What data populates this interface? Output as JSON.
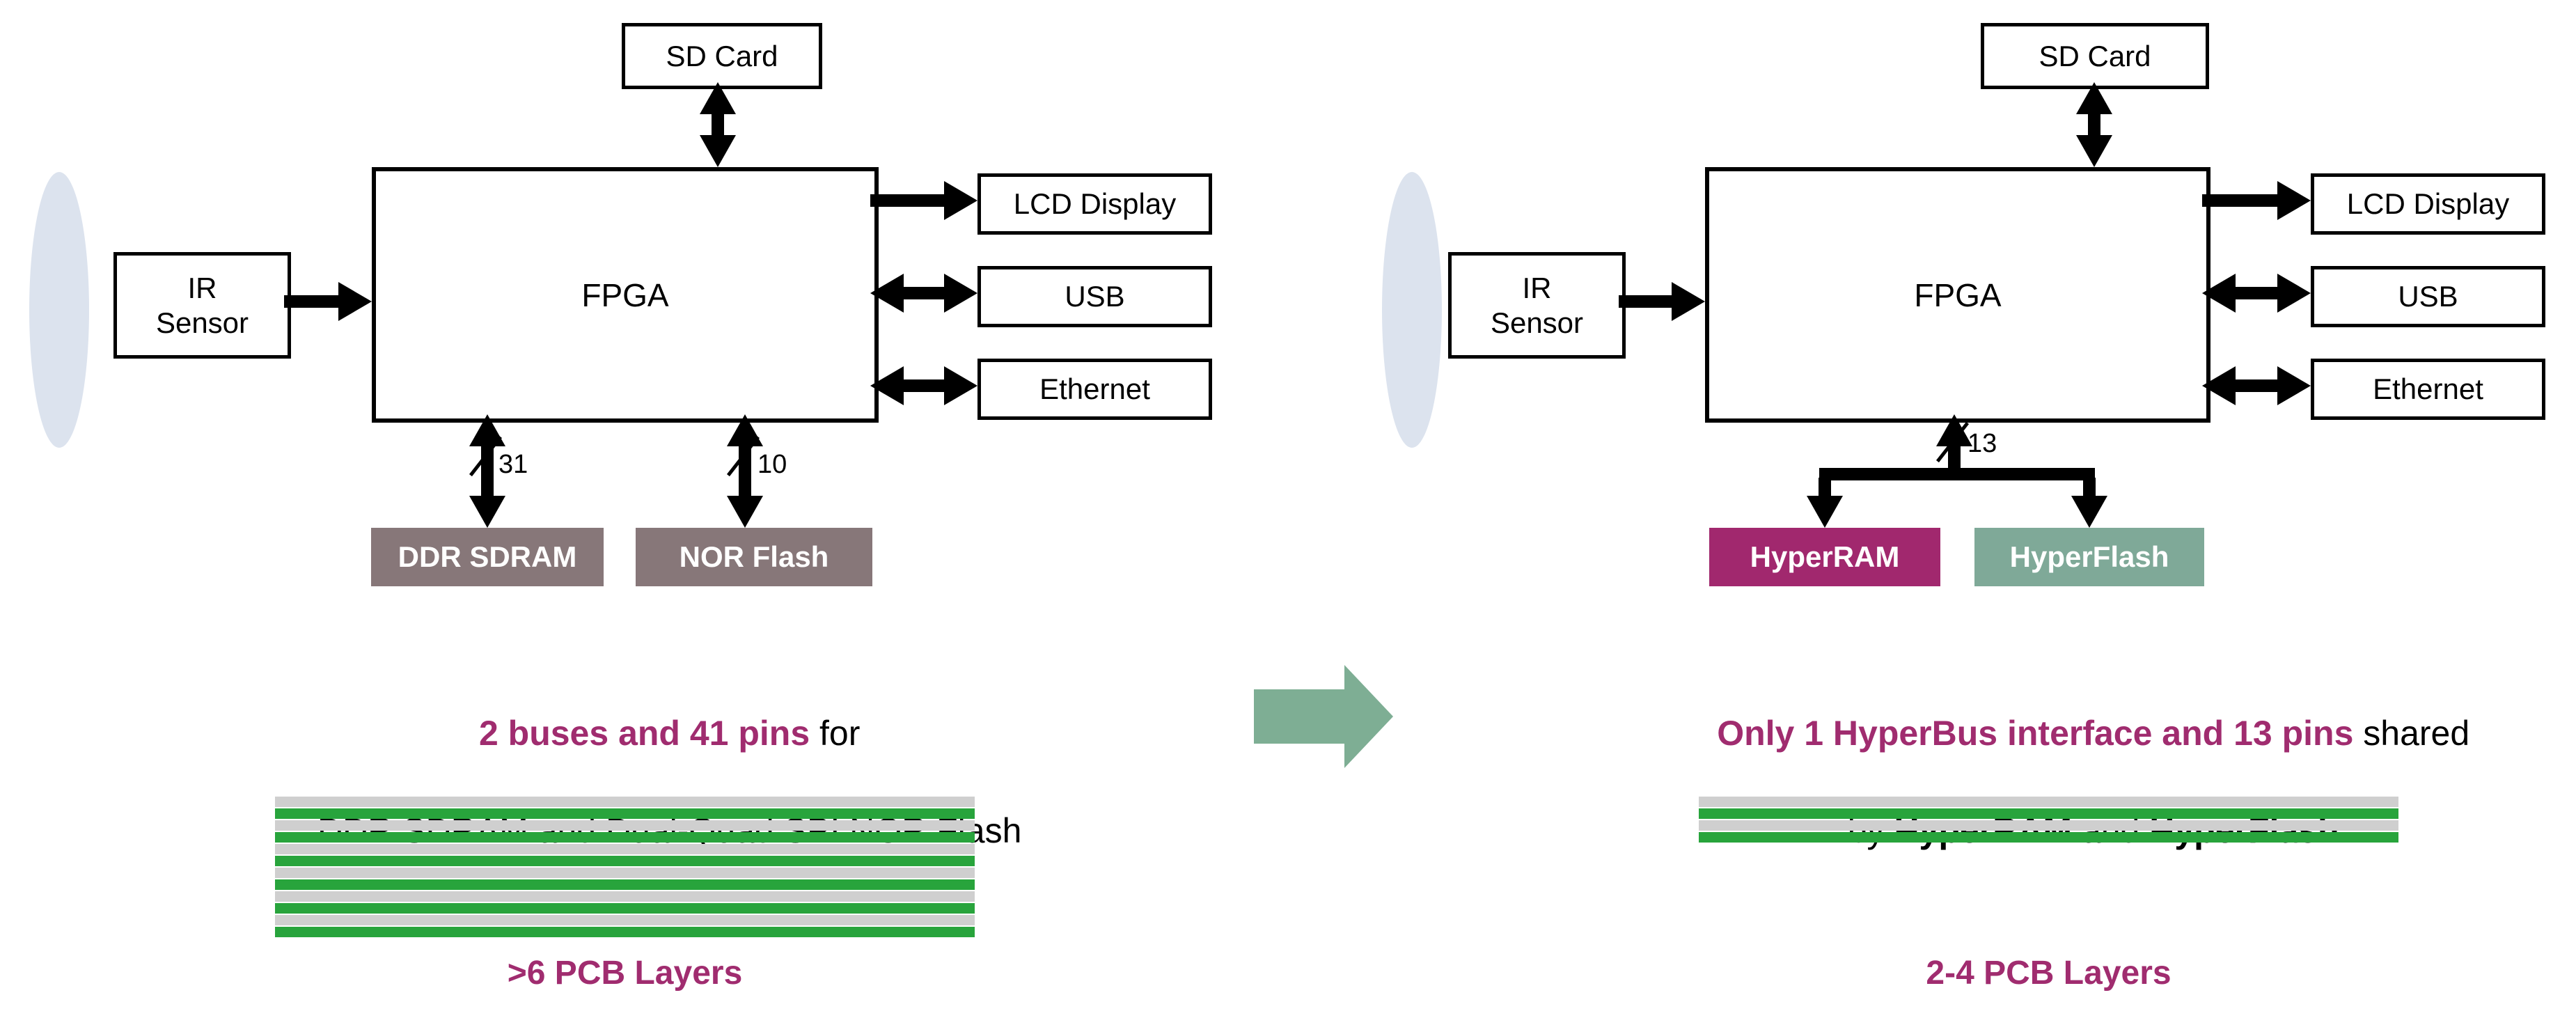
{
  "colors": {
    "magenta_accent": "#A02C6F",
    "hyperram_fill": "#A1286E",
    "hyperflash_fill": "#7FA998",
    "legacy_memory_fill": "#877779",
    "pcb_green": "#28A43C",
    "pcb_gray": "#CFCFCF",
    "ellipse_fill": "#DCE3EE",
    "transition_arrow": "#7EAE94",
    "line_black": "#000000"
  },
  "left": {
    "sd_card": "SD Card",
    "fpga": "FPGA",
    "ir_line1": "IR",
    "ir_line2": "Sensor",
    "peripherals": [
      "LCD Display",
      "USB",
      "Ethernet"
    ],
    "memories": [
      "DDR SDRAM",
      "NOR Flash"
    ],
    "bus_widths": [
      "31",
      "10"
    ],
    "caption1_highlight": "2 buses and 41 pins",
    "caption1_rest": " for",
    "caption2": "DDR SDRAM and Dual-Quad SPI NOR Flash",
    "pcb_stripes": 12,
    "pcb_label": ">6 PCB Layers"
  },
  "right": {
    "sd_card": "SD Card",
    "fpga": "FPGA",
    "ir_line1": "IR",
    "ir_line2": "Sensor",
    "peripherals": [
      "LCD Display",
      "USB",
      "Ethernet"
    ],
    "memories": [
      "HyperRAM",
      "HyperFlash"
    ],
    "bus_width": "13",
    "caption1_highlight": "Only 1 HyperBus interface and 13 pins",
    "caption1_rest": " shared",
    "caption2_pre": "by ",
    "caption2_bold1": "HyperRAM",
    "caption2_mid": " and ",
    "caption2_bold2": "HyperFlash",
    "pcb_stripes": 4,
    "pcb_label": "2-4 PCB Layers"
  }
}
